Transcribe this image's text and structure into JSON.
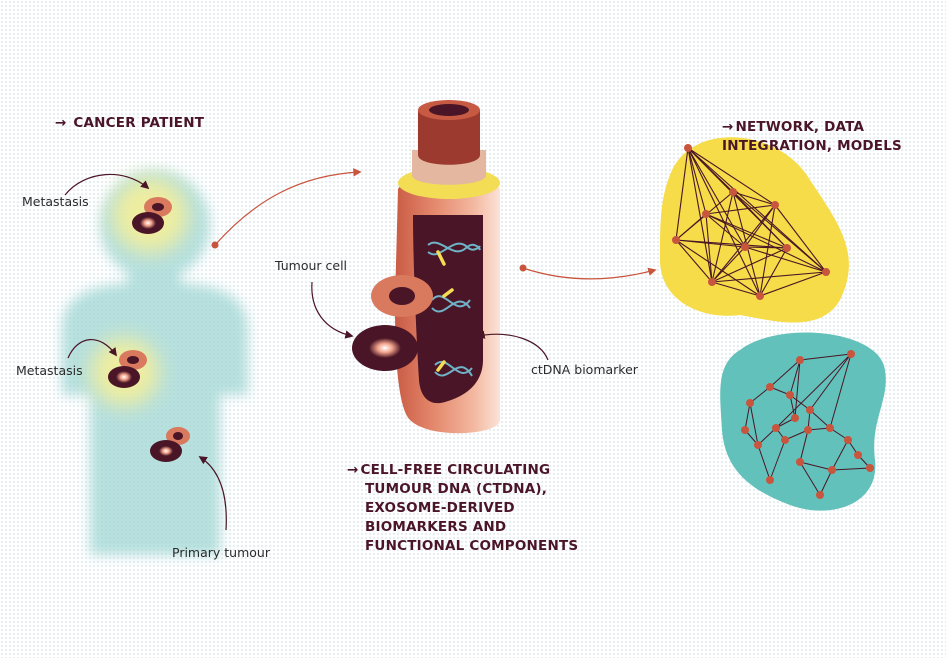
{
  "headings": {
    "cancer_patient": "CANCER PATIENT",
    "network_lines": [
      "NETWORK, DATA",
      "INTEGRATION, MODELS"
    ],
    "cfdna_lines": [
      "CELL-FREE CIRCULATING",
      "TUMOUR DNA (CTDNA),",
      "EXOSOME-DERIVED",
      "BIOMARKERS AND",
      "FUNCTIONAL COMPONENTS"
    ],
    "arrow_glyph": "→"
  },
  "labels": {
    "metastasis_head": "Metastasis",
    "metastasis_chest": "Metastasis",
    "primary_tumour": "Primary tumour",
    "tumour_cell": "Tumour cell",
    "ctdna_biomarker": "ctDNA biomarker"
  },
  "colors": {
    "heading_text": "#4a1526",
    "body_teal": "#9fd6d3",
    "cell_dark": "#4a1526",
    "cell_light": "#d97a5e",
    "vessel": "#d9745a",
    "vessel_interior": "#4a1526",
    "vessel_rim": "#f2dd55",
    "arrow": "#c8553d",
    "network_yellow": "#f5dc48",
    "network_teal": "#63c1bb",
    "node": "#c8553d",
    "edge": "#4a1526",
    "dna": "#6fb3c8",
    "marker": "#f2dd55"
  }
}
